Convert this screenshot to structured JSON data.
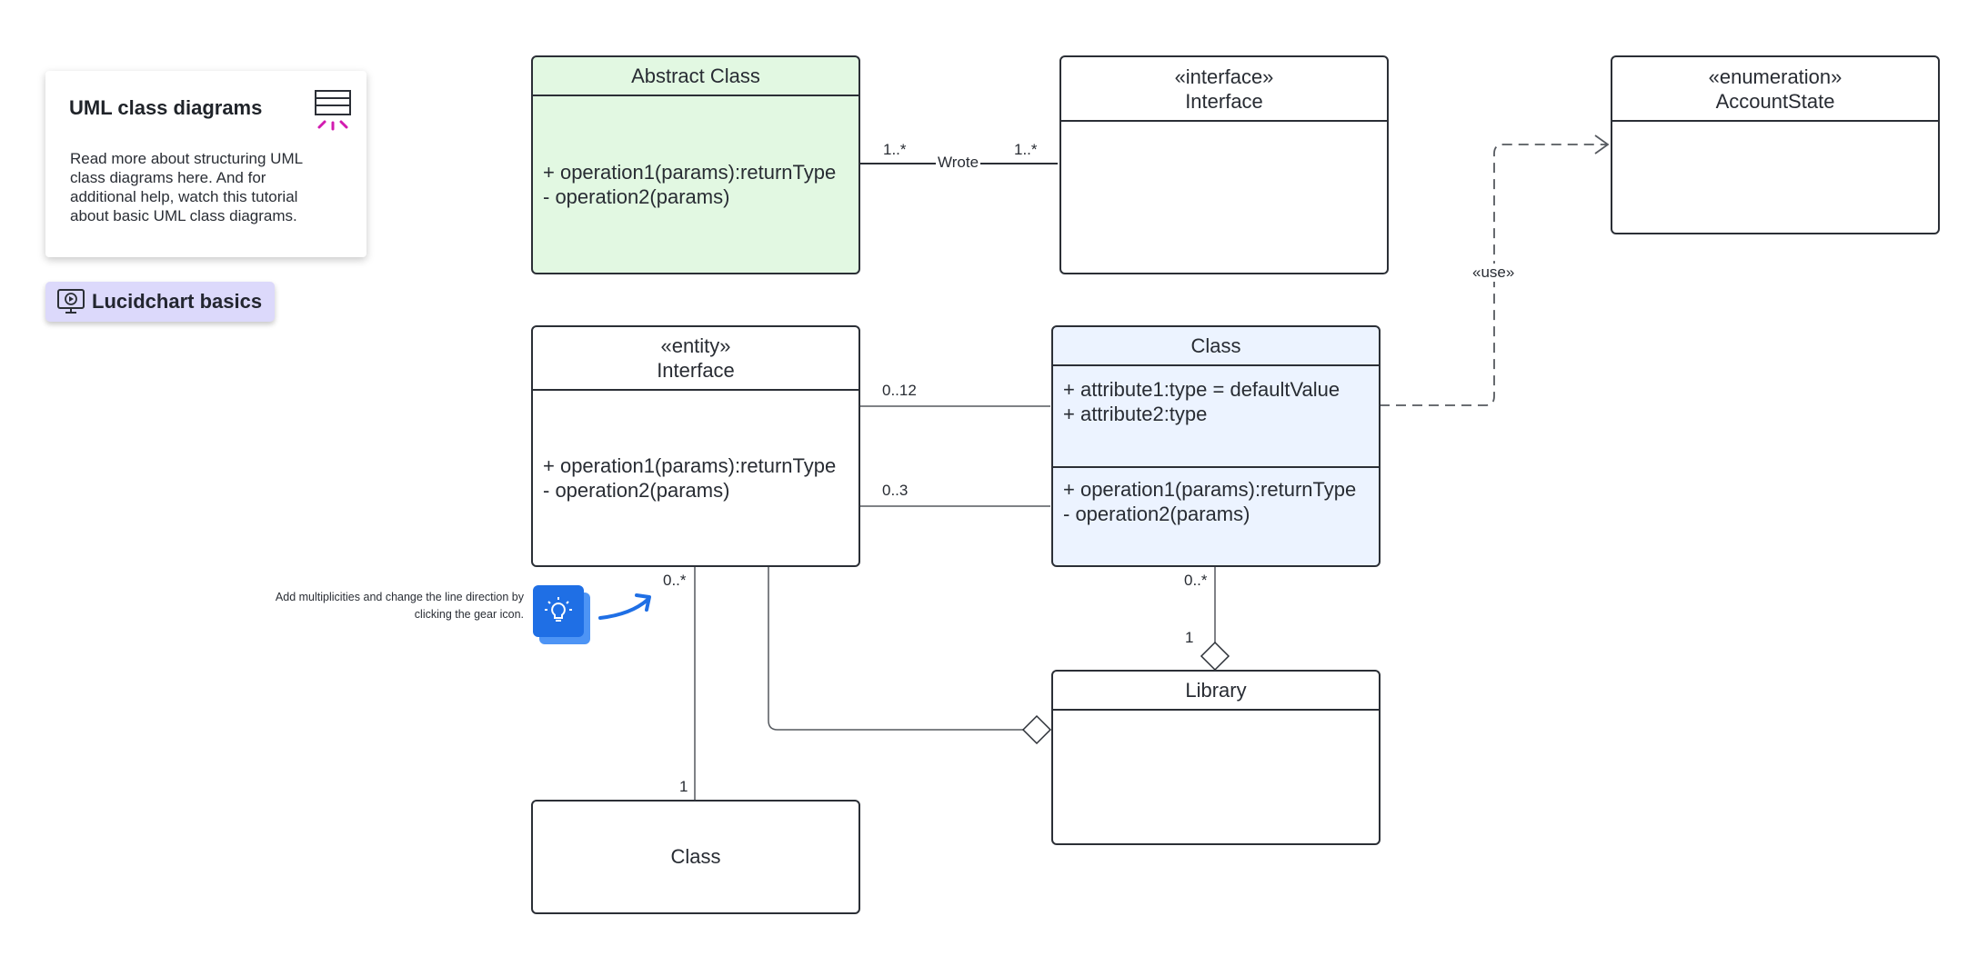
{
  "info_card": {
    "title": "UML class diagrams",
    "body": "Read more about structuring UML class diagrams here. And for additional help, watch this tutorial about basic UML class diagrams.",
    "icon": "class-diagram-icon"
  },
  "basics_button": {
    "label": "Lucidchart basics",
    "icon": "monitor-play-icon"
  },
  "tip": {
    "text": "Add multiplicities and change the line direction by clicking the gear icon.",
    "icon": "lightbulb-icon",
    "colors": {
      "front": "#1f6fe5",
      "back": "#4d94f5"
    }
  },
  "shapes": {
    "abstract_class": {
      "title": "Abstract Class",
      "operations": [
        "+ operation1(params):returnType",
        "- operation2(params)"
      ]
    },
    "interface_top": {
      "stereotype": "«interface»",
      "name": "Interface"
    },
    "enumeration": {
      "stereotype": "«enumeration»",
      "name": "AccountState"
    },
    "entity_interface": {
      "stereotype": "«entity»",
      "name": "Interface",
      "operations": [
        "+ operation1(params):returnType",
        "- operation2(params)"
      ]
    },
    "class_main": {
      "name": "Class",
      "attributes": [
        "+ attribute1:type = defaultValue",
        "+ attribute2:type"
      ],
      "operations": [
        "+ operation1(params):returnType",
        "- operation2(params)"
      ]
    },
    "library": {
      "name": "Library"
    },
    "class_bottom": {
      "name": "Class"
    }
  },
  "connectors": {
    "wrote": {
      "label": "Wrote",
      "source_mult": "1..*",
      "target_mult": "1..*"
    },
    "entity_class_upper": {
      "mult": "0..12"
    },
    "entity_class_lower": {
      "mult": "0..3"
    },
    "entity_bottom": {
      "source_mult": "0..*",
      "target_mult": "1"
    },
    "class_library": {
      "source_mult": "0..*",
      "target_mult": "1"
    },
    "use": {
      "label": "«use»"
    }
  },
  "colors": {
    "abstract_fill": "#e2f8e2",
    "class_fill": "#ecf3ff",
    "button_fill": "#dcd9fb",
    "accent_magenta": "#d21cb0",
    "tip_arrow": "#1f6fe5"
  }
}
